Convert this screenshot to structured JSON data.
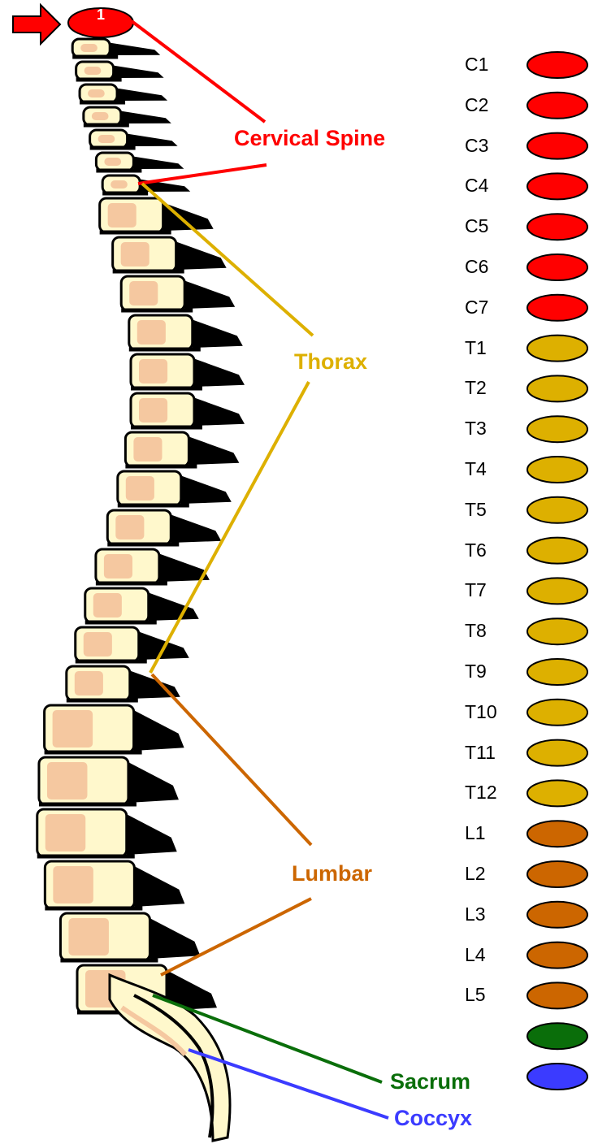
{
  "marker": {
    "number": "1"
  },
  "regions": {
    "cervical": {
      "label": "Cervical Spine",
      "color": "#ff0000"
    },
    "thorax": {
      "label": "Thorax",
      "color": "#ddb000"
    },
    "lumbar": {
      "label": "Lumbar",
      "color": "#cc6600"
    },
    "sacrum": {
      "label": "Sacrum",
      "color": "#0a6e0a"
    },
    "coccyx": {
      "label": "Coccyx",
      "color": "#3b3bff"
    }
  },
  "vertebrae": [
    {
      "label": "C1",
      "region": "cervical"
    },
    {
      "label": "C2",
      "region": "cervical"
    },
    {
      "label": "C3",
      "region": "cervical"
    },
    {
      "label": "C4",
      "region": "cervical"
    },
    {
      "label": "C5",
      "region": "cervical"
    },
    {
      "label": "C6",
      "region": "cervical"
    },
    {
      "label": "C7",
      "region": "cervical"
    },
    {
      "label": "T1",
      "region": "thorax"
    },
    {
      "label": "T2",
      "region": "thorax"
    },
    {
      "label": "T3",
      "region": "thorax"
    },
    {
      "label": "T4",
      "region": "thorax"
    },
    {
      "label": "T5",
      "region": "thorax"
    },
    {
      "label": "T6",
      "region": "thorax"
    },
    {
      "label": "T7",
      "region": "thorax"
    },
    {
      "label": "T8",
      "region": "thorax"
    },
    {
      "label": "T9",
      "region": "thorax"
    },
    {
      "label": "T10",
      "region": "thorax"
    },
    {
      "label": "T11",
      "region": "thorax"
    },
    {
      "label": "T12",
      "region": "thorax"
    },
    {
      "label": "L1",
      "region": "lumbar"
    },
    {
      "label": "L2",
      "region": "lumbar"
    },
    {
      "label": "L3",
      "region": "lumbar"
    },
    {
      "label": "L4",
      "region": "lumbar"
    },
    {
      "label": "L5",
      "region": "lumbar"
    },
    {
      "label": "Sacrum",
      "region": "sacrum"
    },
    {
      "label": "Coccyx",
      "region": "coccyx"
    }
  ]
}
